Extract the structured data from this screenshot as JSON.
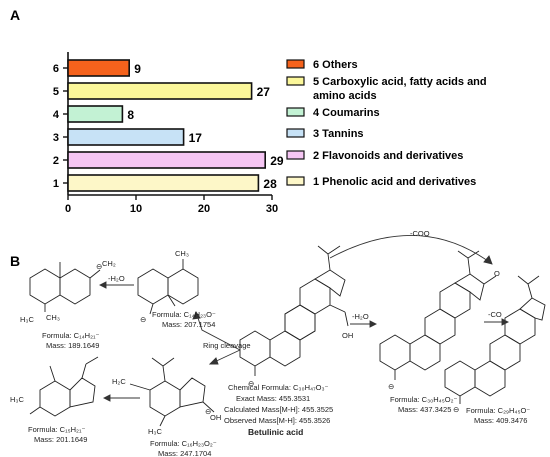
{
  "panel_a": {
    "label": "A",
    "chart_data": {
      "type": "bar",
      "orientation": "horizontal",
      "categories": [
        "1",
        "2",
        "3",
        "4",
        "5",
        "6"
      ],
      "values": [
        28,
        29,
        17,
        8,
        27,
        9
      ],
      "colors": [
        "#fdf7c8",
        "#f6c6f4",
        "#c7e2f6",
        "#c3f2d4",
        "#fbf79a",
        "#f5621c"
      ],
      "xlim": [
        0,
        30
      ],
      "x_ticks": [
        "0",
        "10",
        "20",
        "30"
      ],
      "grid": false,
      "legend_position": "right",
      "legend": [
        {
          "text": "6 Others",
          "color": "#f5621c"
        },
        {
          "text": "5 Carboxylic acid, fatty acids and",
          "text2": "amino acids",
          "color": "#fbf79a"
        },
        {
          "text": "4 Coumarins",
          "color": "#c3f2d4"
        },
        {
          "text": "3 Tannins",
          "color": "#c7e2f6"
        },
        {
          "text": "2 Flavonoids and derivatives",
          "color": "#f6c6f4"
        },
        {
          "text": "1 Phenolic acid and derivatives",
          "color": "#fdf7c8"
        }
      ]
    }
  },
  "panel_b": {
    "label": "B",
    "betulinic": {
      "chemical_formula": "Chemical Formula: C₃₀H₄₇O₃⁻",
      "exact_mass": "Exact Mass: 455.3531",
      "calc_mass": "Calculated Mass[M-H]: 455.3525",
      "obs_mass": "Observed Mass[M-H]: 455.3526",
      "name": "Betulinic acid"
    },
    "arrows": {
      "coo": "-COO",
      "h2o_right": "-H₂O",
      "co": "-CO",
      "h2o_left": "-H₂O",
      "ring_cleavage": "Ring cleavage"
    },
    "fragments": {
      "f437": {
        "formula": "Formula: C₃₀H₄₅O₂⁻",
        "mass": "Mass: 437.3425"
      },
      "f409": {
        "formula": "Formula: C₂₉H₄₅O⁻",
        "mass": "Mass: 409.3476"
      },
      "f207": {
        "formula": "Formula: C₁₄H₂₃O⁻",
        "mass": "Mass: 207.1754"
      },
      "f189": {
        "formula": "Formula: C₁₄H₂₁⁻",
        "mass": "Mass: 189.1649"
      },
      "f247": {
        "formula": "Formula: C₁₆H₂₃O₂⁻",
        "mass": "Mass: 247.1704"
      },
      "f201": {
        "formula": "Formula: C₁₅H₂₁⁻",
        "mass": "Mass: 201.1649"
      }
    },
    "atoms": {
      "oh": "OH",
      "o_ald": "O",
      "h3c": "H₃C",
      "ch3": "CH₃",
      "h2c": "H₂C",
      "minus": "⊖",
      "o": "O",
      "ch2": "CH₂"
    }
  }
}
